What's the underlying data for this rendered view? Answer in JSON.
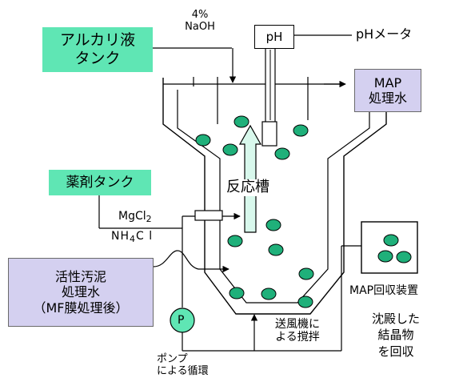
{
  "alkali_tank": {
    "line1": "アルカリ液",
    "line2": "タンク"
  },
  "naoh": {
    "line1": "4%",
    "line2": "NaOH"
  },
  "ph_box": "pH",
  "ph_meter": "pHメータ",
  "map_water": {
    "line1": "MAP",
    "line2": "処理水"
  },
  "chemical_tank": "薬剤タンク",
  "reaction_tank": "反応槽",
  "mgcl2": {
    "base": "MgCl",
    "sub": "2"
  },
  "nh4cl": {
    "pre": "NH",
    "sub": "4",
    "post": "C l"
  },
  "sludge_water": {
    "line1": "活性汚泥",
    "line2": "処理水",
    "line3": "（MF膜処理後）"
  },
  "pump_symbol": "P",
  "pump_label": {
    "line1": "ポンプ",
    "line2": "による循環"
  },
  "blower": {
    "line1": "送風機に",
    "line2": "よる撹拌"
  },
  "map_device": "MAP回収装置",
  "crystal": {
    "line1": "沈殿した",
    "line2": "結晶物",
    "line3": "を回収"
  },
  "colors": {
    "tank_box": "#5fe6b4",
    "water_box": "#d4d0f0",
    "crystal": "#1fb07a",
    "arrow": "#d8f8ec"
  }
}
